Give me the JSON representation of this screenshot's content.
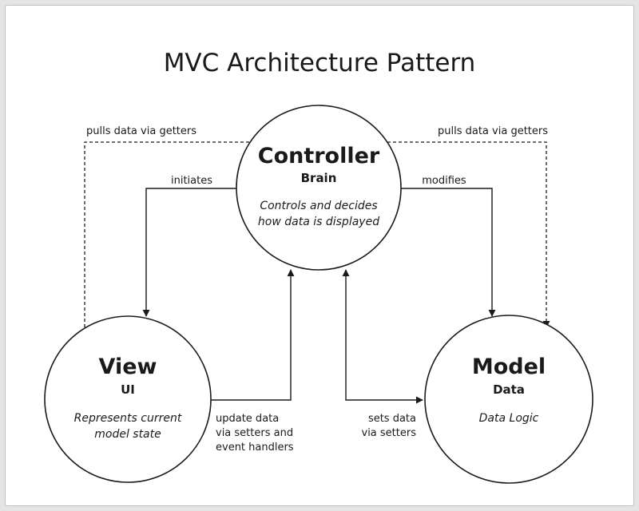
{
  "title": "MVC Architecture Pattern",
  "nodes": {
    "controller": {
      "name": "Controller",
      "role": "Brain",
      "description": [
        "Controls and decides",
        "how data is displayed"
      ]
    },
    "view": {
      "name": "View",
      "role": "UI",
      "description": [
        "Represents current",
        "model state"
      ]
    },
    "model": {
      "name": "Model",
      "role": "Data",
      "description": [
        "Data Logic"
      ]
    }
  },
  "edges": {
    "controller_to_view_getters": {
      "label": [
        "pulls data via getters"
      ],
      "style": "dashed"
    },
    "controller_to_model_getters": {
      "label": [
        "pulls data via getters"
      ],
      "style": "dashed"
    },
    "controller_initiates_view": {
      "label": [
        "initiates"
      ],
      "style": "solid"
    },
    "controller_modifies_model": {
      "label": [
        "modifies"
      ],
      "style": "solid"
    },
    "view_updates_controller": {
      "label": [
        "update data",
        "via setters and",
        "event handlers"
      ],
      "style": "solid"
    },
    "controller_sets_model": {
      "label": [
        "sets data",
        "via setters"
      ],
      "style": "solid"
    }
  },
  "colors": {
    "stroke": "#1a1a1a",
    "background": "#ffffff",
    "frame": "#e4e4e4"
  }
}
